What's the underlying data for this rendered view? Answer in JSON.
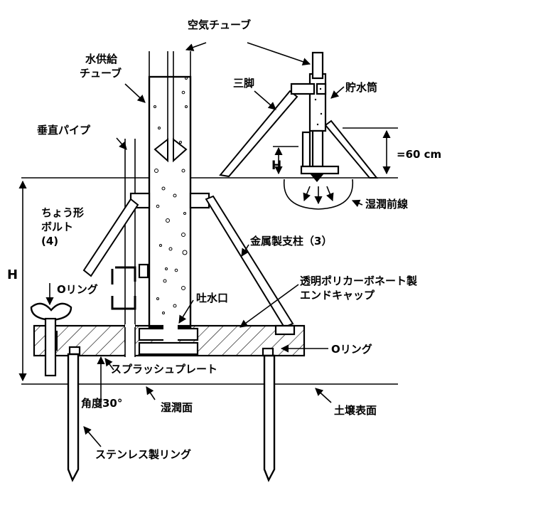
{
  "labels": {
    "air_tube": "空気チューブ",
    "water_supply_tube_l1": "水供給",
    "water_supply_tube_l2": "チューブ",
    "tripod": "三脚",
    "reservoir": "貯水筒",
    "vertical_pipe": "垂直パイプ",
    "height_60": "=60 cm",
    "h_small": "H",
    "wetting_front": "湿潤前線",
    "wing_bolt_l1": "ちょう形",
    "wing_bolt_l2": "ボルト",
    "wing_bolt_l3": "(4)",
    "h_large": "H",
    "metal_strut": "金属製支柱（3）",
    "o_ring_left": "Oリング",
    "outlet": "吐水口",
    "endcap_l1": "透明ポリカーボネート製",
    "endcap_l2": "エンドキャップ",
    "o_ring_right": "Oリング",
    "splash_plate": "スプラッシュプレート",
    "angle": "角度30°",
    "wetted_surface": "湿潤面",
    "soil_surface": "土壌表面",
    "stainless_ring": "ステンレス製リング"
  },
  "colors": {
    "line": "#000000",
    "background": "#ffffff"
  }
}
